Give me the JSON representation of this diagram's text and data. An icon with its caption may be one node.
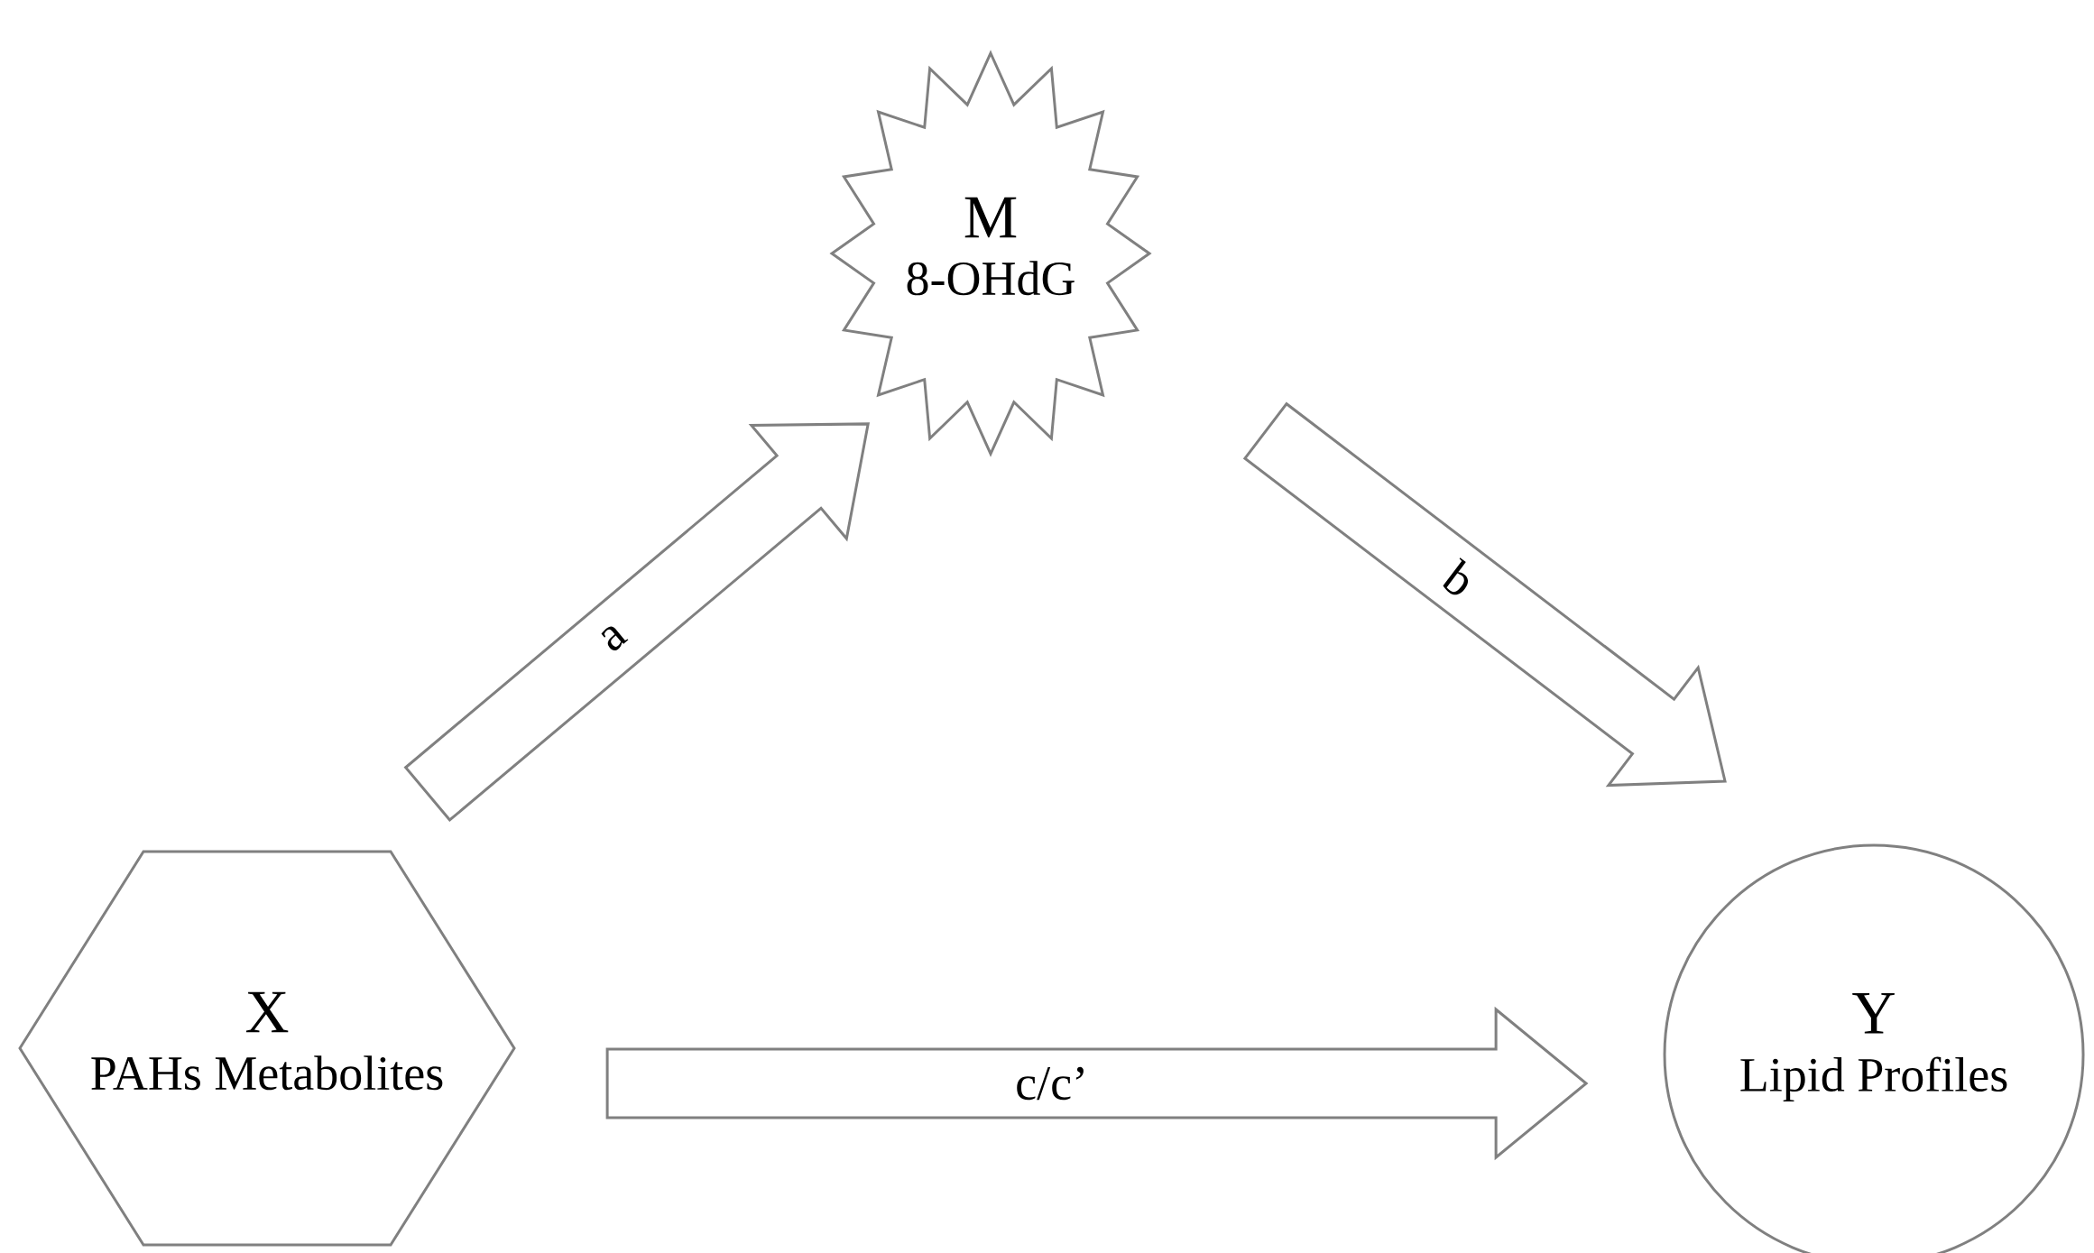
{
  "diagram": {
    "nodes": [
      {
        "text": [
          "X",
          "PAHs Metabolites"
        ]
      },
      {
        "text": [
          "M",
          "8-OHdG"
        ]
      },
      {
        "text": [
          "Y",
          "Lipid Profiles"
        ]
      }
    ],
    "edges": [
      {
        "from": 0,
        "to": 1,
        "arrow": "to",
        "label": "a"
      },
      {
        "from": 1,
        "to": 2,
        "arrow": "to",
        "label": "b"
      },
      {
        "from": 0,
        "to": 2,
        "arrow": "to",
        "label": "c/c’"
      }
    ]
  }
}
